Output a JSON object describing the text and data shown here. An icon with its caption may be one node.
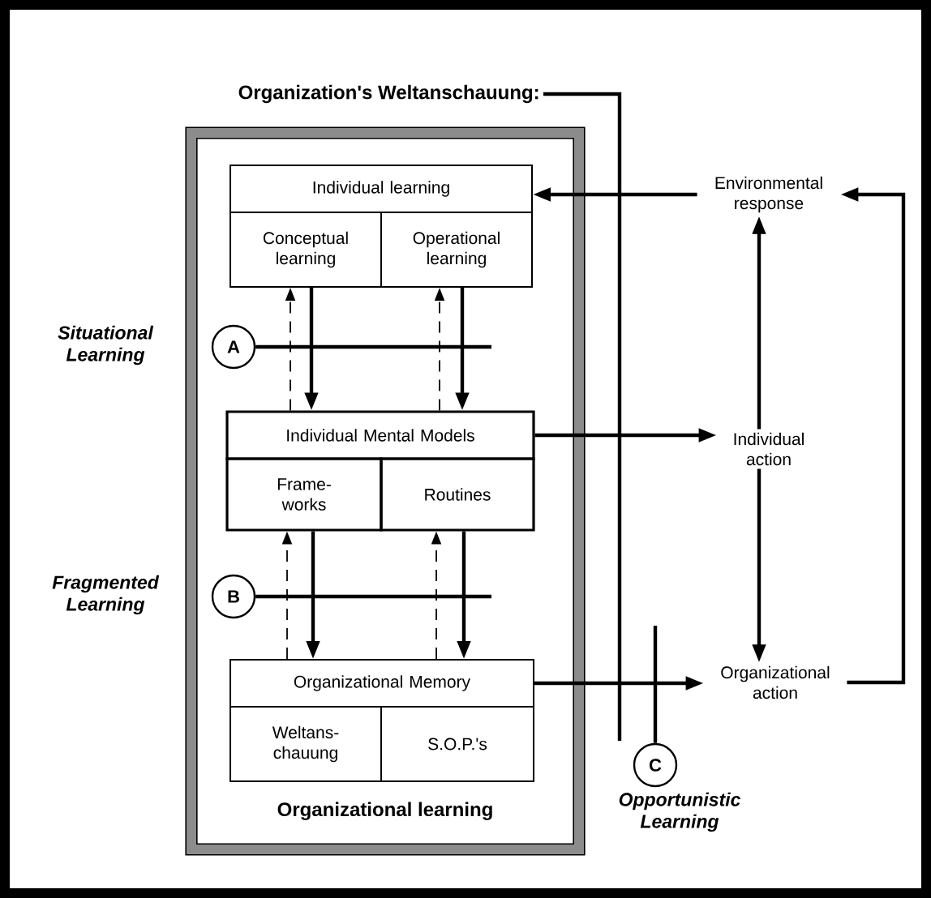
{
  "diagram": {
    "nodes": [
      {
        "text": [
          "Organizational learning"
        ]
      },
      {
        "text": [
          "Individual learning"
        ],
        "in": 0
      },
      {
        "text": [
          "Conceptual learning"
        ],
        "in": 0
      },
      {
        "text": [
          "Operational learning"
        ],
        "in": 0
      },
      {
        "text": [
          "Individual Mental Models"
        ],
        "in": 0
      },
      {
        "text": [
          "Frame-works"
        ],
        "in": 0
      },
      {
        "text": [
          "Routines"
        ],
        "in": 0
      },
      {
        "text": [
          "Organizational Memory"
        ],
        "in": 0
      },
      {
        "text": [
          "Weltans-chauung"
        ],
        "in": 0
      },
      {
        "text": [
          "S.O.P.'s"
        ],
        "in": 0
      },
      {
        "text": [
          "Environmental response"
        ]
      },
      {
        "text": [
          "Individual action"
        ]
      },
      {
        "text": [
          "Organizational action"
        ]
      },
      {
        "text": [
          "A"
        ],
        "beside": [
          "Situational Learning"
        ],
        "in": 0
      },
      {
        "text": [
          "B"
        ],
        "beside": [
          "Fragmented Learning"
        ],
        "in": 0
      },
      {
        "text": [
          "C"
        ],
        "beside": [
          "Opportunistic Learning"
        ]
      },
      {
        "text": [
          "Organization's Weltanschauung:"
        ]
      }
    ],
    "edges": [
      {
        "from": 10,
        "to": 1,
        "arrow": "to"
      },
      {
        "from": 2,
        "to": 4,
        "arrow": "to"
      },
      {
        "from": 4,
        "to": 2,
        "arrow": "to",
        "style": "dashed"
      },
      {
        "from": 3,
        "to": 4,
        "arrow": "to"
      },
      {
        "from": 4,
        "to": 3,
        "arrow": "to",
        "style": "dashed"
      },
      {
        "from": 5,
        "to": 7,
        "arrow": "to"
      },
      {
        "from": 7,
        "to": 5,
        "arrow": "to",
        "style": "dashed"
      },
      {
        "from": 6,
        "to": 7,
        "arrow": "to"
      },
      {
        "from": 7,
        "to": 6,
        "arrow": "to",
        "style": "dashed"
      },
      {
        "from": 4,
        "to": 11,
        "arrow": "to"
      },
      {
        "from": 11,
        "to": 10,
        "arrow": "to"
      },
      {
        "from": 11,
        "to": 12,
        "arrow": "to"
      },
      {
        "from": 7,
        "to": 12,
        "arrow": "to"
      },
      {
        "from": 12,
        "to": 10,
        "arrow": "to"
      },
      {
        "from": 13,
        "to": null,
        "arrow": "none"
      },
      {
        "from": 14,
        "to": null,
        "arrow": "none"
      },
      {
        "from": 15,
        "to": null,
        "arrow": "none"
      },
      {
        "from": 16,
        "to": null,
        "arrow": "none"
      }
    ]
  }
}
